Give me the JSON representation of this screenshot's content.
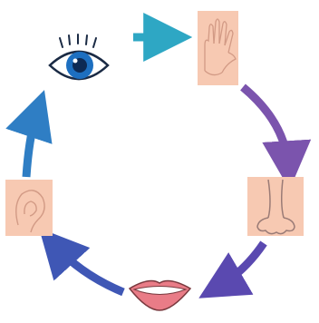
{
  "diagram": {
    "type": "cycle",
    "nodes": [
      {
        "id": "eye",
        "icon": "eye-icon"
      },
      {
        "id": "hand",
        "icon": "hand-icon"
      },
      {
        "id": "nose",
        "icon": "nose-icon"
      },
      {
        "id": "mouth",
        "icon": "mouth-icon"
      },
      {
        "id": "ear",
        "icon": "ear-icon"
      }
    ],
    "edges": [
      {
        "from": "eye",
        "to": "hand",
        "color": "#2ea7c4"
      },
      {
        "from": "hand",
        "to": "nose",
        "color": "#7b54ad"
      },
      {
        "from": "nose",
        "to": "mouth",
        "color": "#5a49b0"
      },
      {
        "from": "mouth",
        "to": "ear",
        "color": "#3f57b5"
      },
      {
        "from": "ear",
        "to": "eye",
        "color": "#2f7ec4"
      }
    ],
    "colors": {
      "skin": "#f7c9b2",
      "skin_line": "#d29a85",
      "iris": "#1d6fc0",
      "pupil": "#0d2a54",
      "lip": "#e97c87"
    }
  }
}
